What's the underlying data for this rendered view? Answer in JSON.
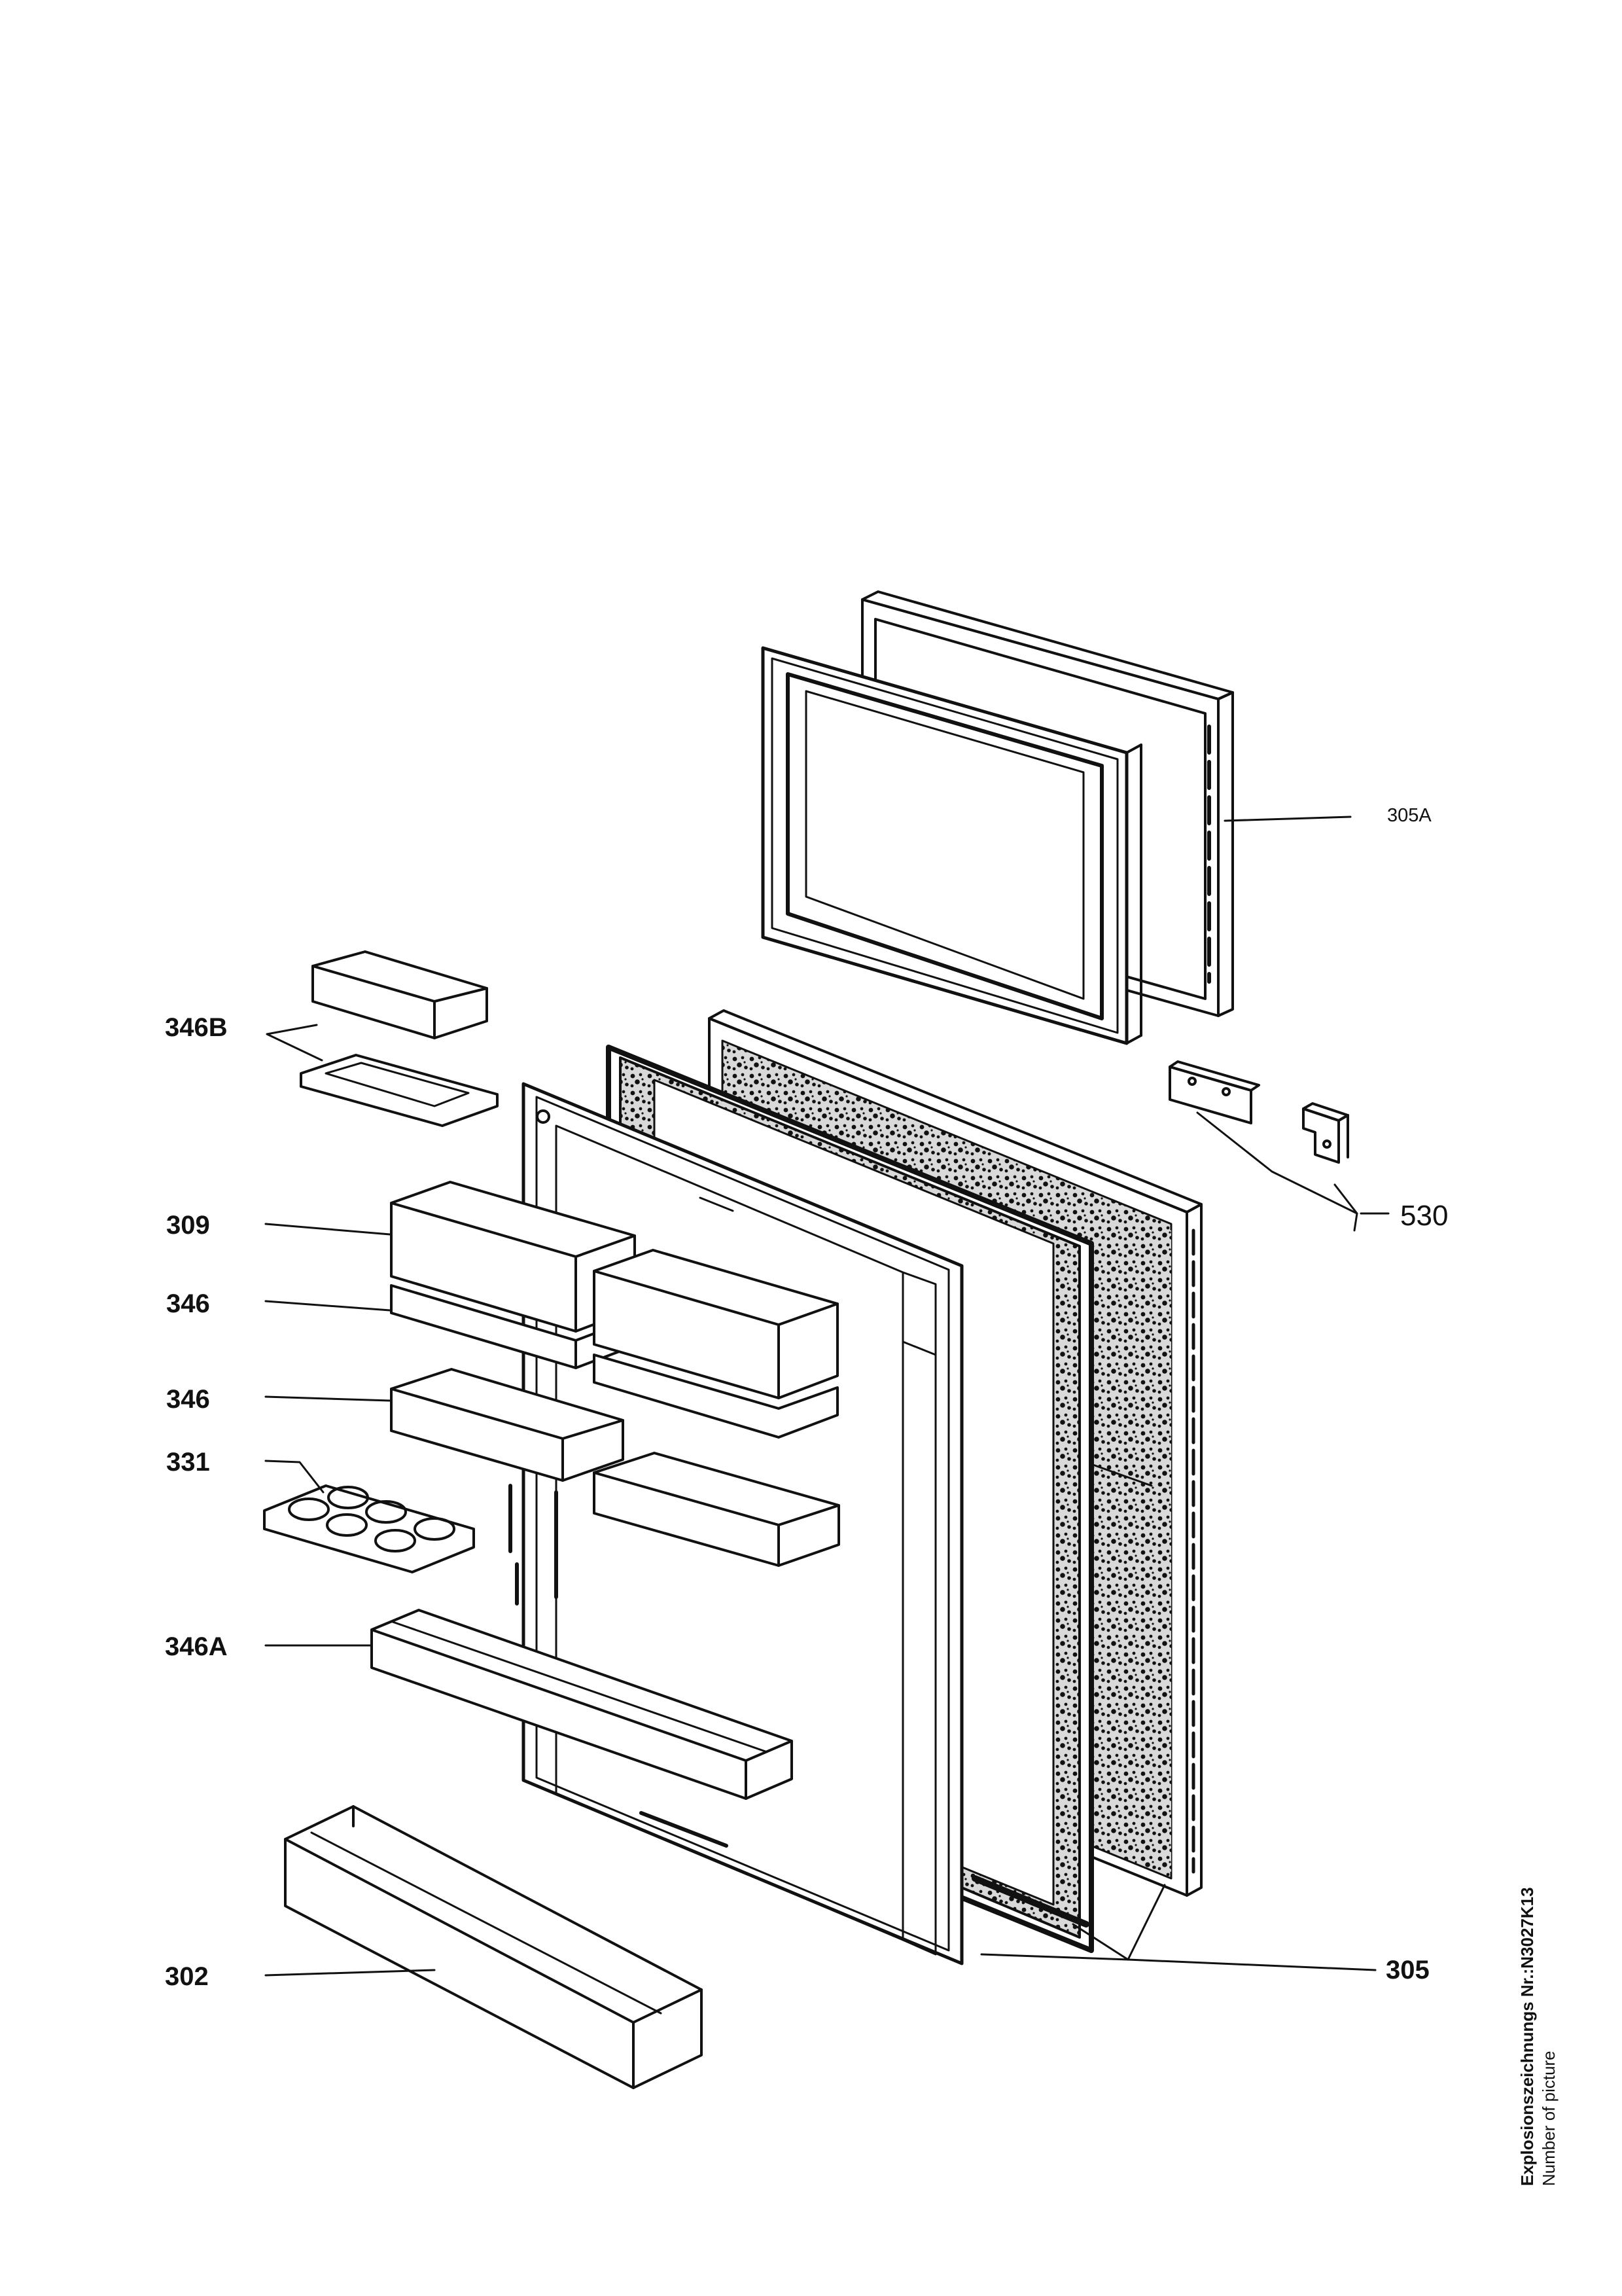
{
  "labels": {
    "l305A": "305A",
    "l346B": "346B",
    "l530": "530",
    "l309": "309",
    "l346_1": "346",
    "l346_2": "346",
    "l331": "331",
    "l346A": "346A",
    "l302": "302",
    "l305": "305"
  },
  "footer": {
    "drawing_number": "Explosionszeichnungs Nr.:N3027K13",
    "number_of_picture": "Number of picture"
  },
  "colors": {
    "ink": "#111111",
    "paper": "#ffffff"
  }
}
